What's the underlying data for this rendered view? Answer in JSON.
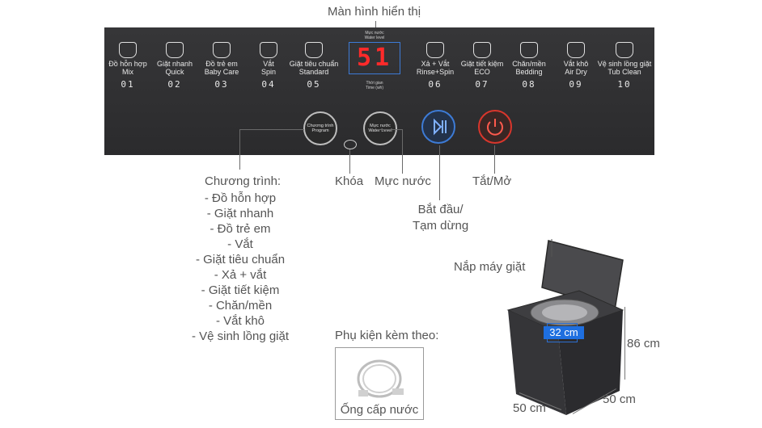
{
  "labels": {
    "display": "Màn hình hiển thị",
    "program": "Chương trình:",
    "lock": "Khóa",
    "water_level": "Mực nước",
    "power": "Tắt/Mở",
    "start_pause": "Bắt đầu/\nTạm dừng",
    "lid": "Nắp máy giặt",
    "accessory_title": "Phụ kiện kèm theo:",
    "accessory_name": "Ống cấp nước"
  },
  "program_list": [
    "- Đồ hỗn hợp",
    "- Giặt nhanh",
    "- Đồ trẻ em",
    "- Vắt",
    "- Giặt tiêu chuẩn",
    "- Xả + vắt",
    "- Giặt tiết kiệm",
    "- Chăn/mền",
    "- Vắt khô",
    "- Vệ sinh lồng giặt"
  ],
  "panel": {
    "display_value": "51",
    "water_level_top": "Mực nước",
    "water_level_top_en": "Water level",
    "time_vi": "Thời gian",
    "time_en": "Time (wh)",
    "btn_program_vi": "Chương trình",
    "btn_program_en": "Program",
    "btn_water_vi": "Mực nước",
    "btn_water_en": "Water Level",
    "programs": [
      {
        "vi": "Đồ hỗn hợp",
        "en": "Mix",
        "num": "01"
      },
      {
        "vi": "Giặt nhanh",
        "en": "Quick",
        "num": "02"
      },
      {
        "vi": "Đồ trẻ em",
        "en": "Baby Care",
        "num": "03"
      },
      {
        "vi": "Vắt",
        "en": "Spin",
        "num": "04"
      },
      {
        "vi": "Giặt tiêu chuẩn",
        "en": "Standard",
        "num": "05"
      },
      {
        "vi": "Xả + Vắt",
        "en": "Rinse+Spin",
        "num": "06"
      },
      {
        "vi": "Giặt tiết kiệm",
        "en": "ECO",
        "num": "07"
      },
      {
        "vi": "Chăn/mền",
        "en": "Bedding",
        "num": "08"
      },
      {
        "vi": "Vắt khô",
        "en": "Air Dry",
        "num": "09"
      },
      {
        "vi": "Vệ sinh lồng giặt",
        "en": "Tub Clean",
        "num": "10"
      }
    ]
  },
  "dimensions": {
    "drum": "32 cm",
    "height": "86 cm",
    "depth": "50 cm",
    "width": "50 cm"
  },
  "colors": {
    "accent": "#3d7bd6",
    "display_red": "#ff2a2a",
    "power_red": "#d9362c"
  }
}
